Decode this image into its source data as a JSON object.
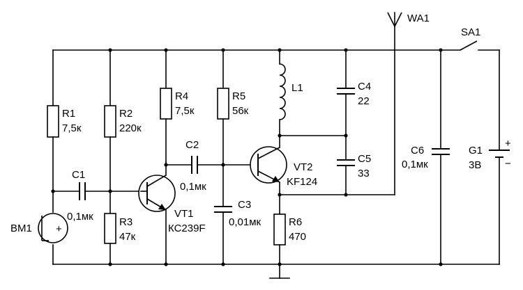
{
  "labels": {
    "wa1": "WA1",
    "sa1": "SA1",
    "r1": "R1",
    "r1_val": "7,5к",
    "r2": "R2",
    "r2_val": "220к",
    "r3": "R3",
    "r3_val": "47к",
    "r4": "R4",
    "r4_val": "7,5к",
    "r5": "R5",
    "r5_val": "56к",
    "r6": "R6",
    "r6_val": "470",
    "c1": "C1",
    "c1_val": "0,1мк",
    "c2": "C2",
    "c2_val": "0,1мк",
    "c3": "C3",
    "c3_val": "0,01мк",
    "c4": "C4",
    "c4_val": "22",
    "c5": "C5",
    "c5_val": "33",
    "c6": "C6",
    "c6_val": "0,1мк",
    "l1": "L1",
    "vt1": "VT1",
    "vt1_val": "КС239F",
    "vt2": "VT2",
    "vt2_val": "KF124",
    "g1": "G1",
    "g1_val": "3В",
    "bm1": "BM1",
    "plus": "+",
    "minus": "−"
  }
}
